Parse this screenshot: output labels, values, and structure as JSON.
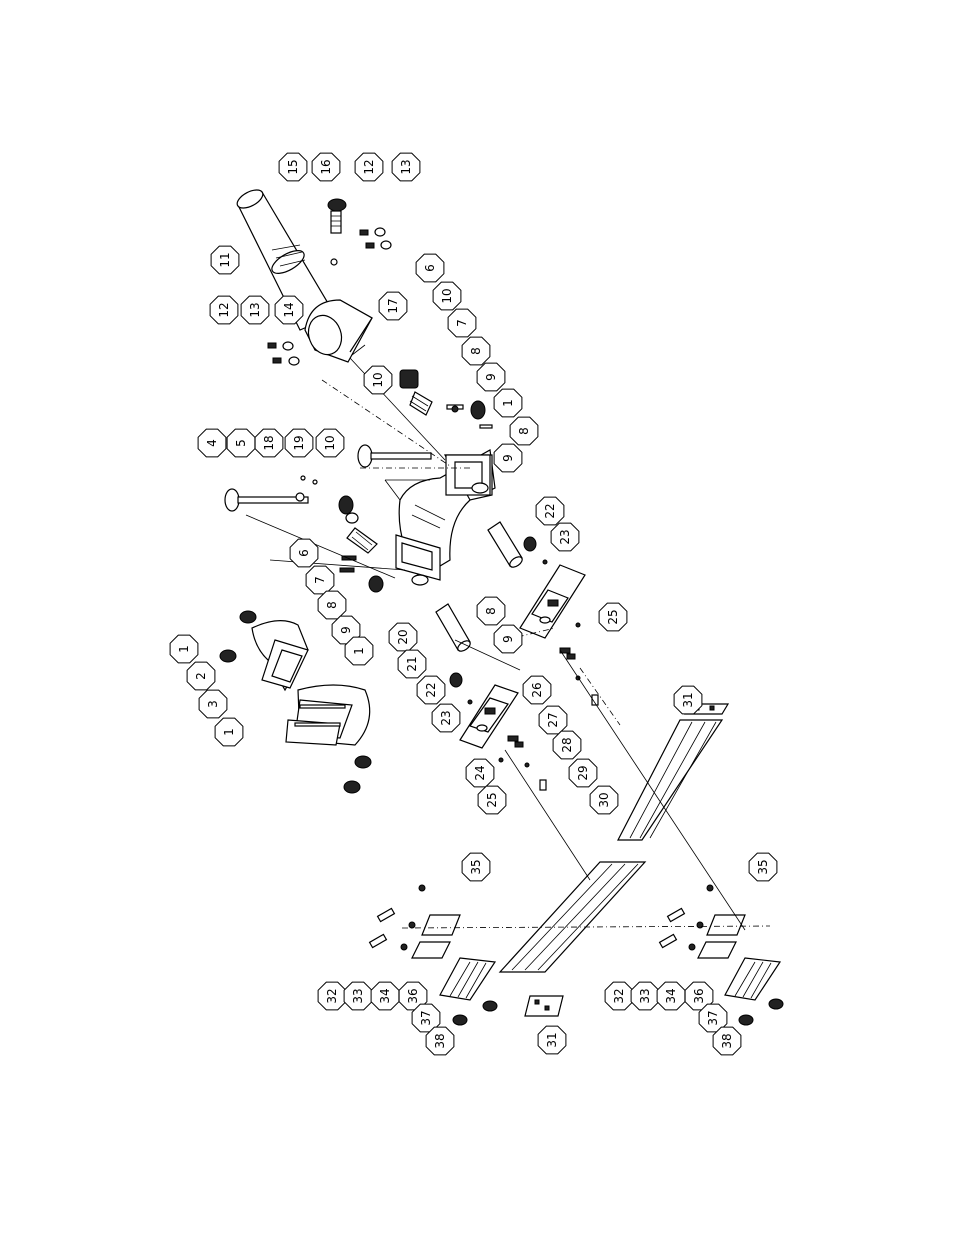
{
  "diagram": {
    "callouts": [
      {
        "id": "c-15",
        "label": "15"
      },
      {
        "id": "c-16",
        "label": "16"
      },
      {
        "id": "c-12a",
        "label": "12"
      },
      {
        "id": "c-13a",
        "label": "13"
      },
      {
        "id": "c-11",
        "label": "11"
      },
      {
        "id": "c-6a",
        "label": "6"
      },
      {
        "id": "c-10a",
        "label": "10"
      },
      {
        "id": "c-12b",
        "label": "12"
      },
      {
        "id": "c-13b",
        "label": "13"
      },
      {
        "id": "c-14",
        "label": "14"
      },
      {
        "id": "c-17",
        "label": "17"
      },
      {
        "id": "c-7a",
        "label": "7"
      },
      {
        "id": "c-8a",
        "label": "8"
      },
      {
        "id": "c-10b",
        "label": "10"
      },
      {
        "id": "c-9a",
        "label": "9"
      },
      {
        "id": "c-1a",
        "label": "1"
      },
      {
        "id": "c-8b",
        "label": "8"
      },
      {
        "id": "c-9b",
        "label": "9"
      },
      {
        "id": "c-4",
        "label": "4"
      },
      {
        "id": "c-5",
        "label": "5"
      },
      {
        "id": "c-18",
        "label": "18"
      },
      {
        "id": "c-19",
        "label": "19"
      },
      {
        "id": "c-10c",
        "label": "10"
      },
      {
        "id": "c-22a",
        "label": "22"
      },
      {
        "id": "c-23a",
        "label": "23"
      },
      {
        "id": "c-6b",
        "label": "6"
      },
      {
        "id": "c-7b",
        "label": "7"
      },
      {
        "id": "c-8c",
        "label": "8"
      },
      {
        "id": "c-9c",
        "label": "9"
      },
      {
        "id": "c-20",
        "label": "20"
      },
      {
        "id": "c-1b",
        "label": "1"
      },
      {
        "id": "c-8d",
        "label": "8"
      },
      {
        "id": "c-9d",
        "label": "9"
      },
      {
        "id": "c-25a",
        "label": "25"
      },
      {
        "id": "c-1c",
        "label": "1"
      },
      {
        "id": "c-2",
        "label": "2"
      },
      {
        "id": "c-21",
        "label": "21"
      },
      {
        "id": "c-26",
        "label": "26"
      },
      {
        "id": "c-22b",
        "label": "22"
      },
      {
        "id": "c-31a",
        "label": "31"
      },
      {
        "id": "c-3",
        "label": "3"
      },
      {
        "id": "c-23b",
        "label": "23"
      },
      {
        "id": "c-27",
        "label": "27"
      },
      {
        "id": "c-1d",
        "label": "1"
      },
      {
        "id": "c-28",
        "label": "28"
      },
      {
        "id": "c-24",
        "label": "24"
      },
      {
        "id": "c-29",
        "label": "29"
      },
      {
        "id": "c-25b",
        "label": "25"
      },
      {
        "id": "c-30",
        "label": "30"
      },
      {
        "id": "c-35a",
        "label": "35"
      },
      {
        "id": "c-35b",
        "label": "35"
      },
      {
        "id": "c-32a",
        "label": "32"
      },
      {
        "id": "c-33a",
        "label": "33"
      },
      {
        "id": "c-34a",
        "label": "34"
      },
      {
        "id": "c-36a",
        "label": "36"
      },
      {
        "id": "c-37a",
        "label": "37"
      },
      {
        "id": "c-38a",
        "label": "38"
      },
      {
        "id": "c-31b",
        "label": "31"
      },
      {
        "id": "c-32b",
        "label": "32"
      },
      {
        "id": "c-33b",
        "label": "33"
      },
      {
        "id": "c-34b",
        "label": "34"
      },
      {
        "id": "c-36b",
        "label": "36"
      },
      {
        "id": "c-37b",
        "label": "37"
      },
      {
        "id": "c-38b",
        "label": "38"
      }
    ]
  }
}
